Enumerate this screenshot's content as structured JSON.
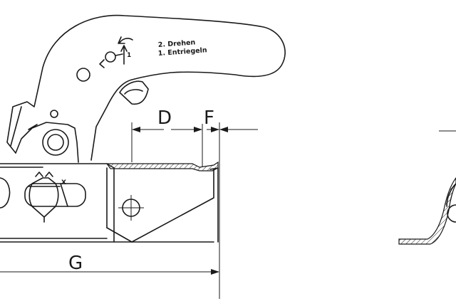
{
  "dimensions": {
    "d": "D",
    "f": "F",
    "g": "G"
  },
  "handle": {
    "instruction_line1": "2. Drehen",
    "instruction_line2": "1. Entriegeln",
    "step_number": "1"
  },
  "indicator": {
    "mark": "X"
  }
}
